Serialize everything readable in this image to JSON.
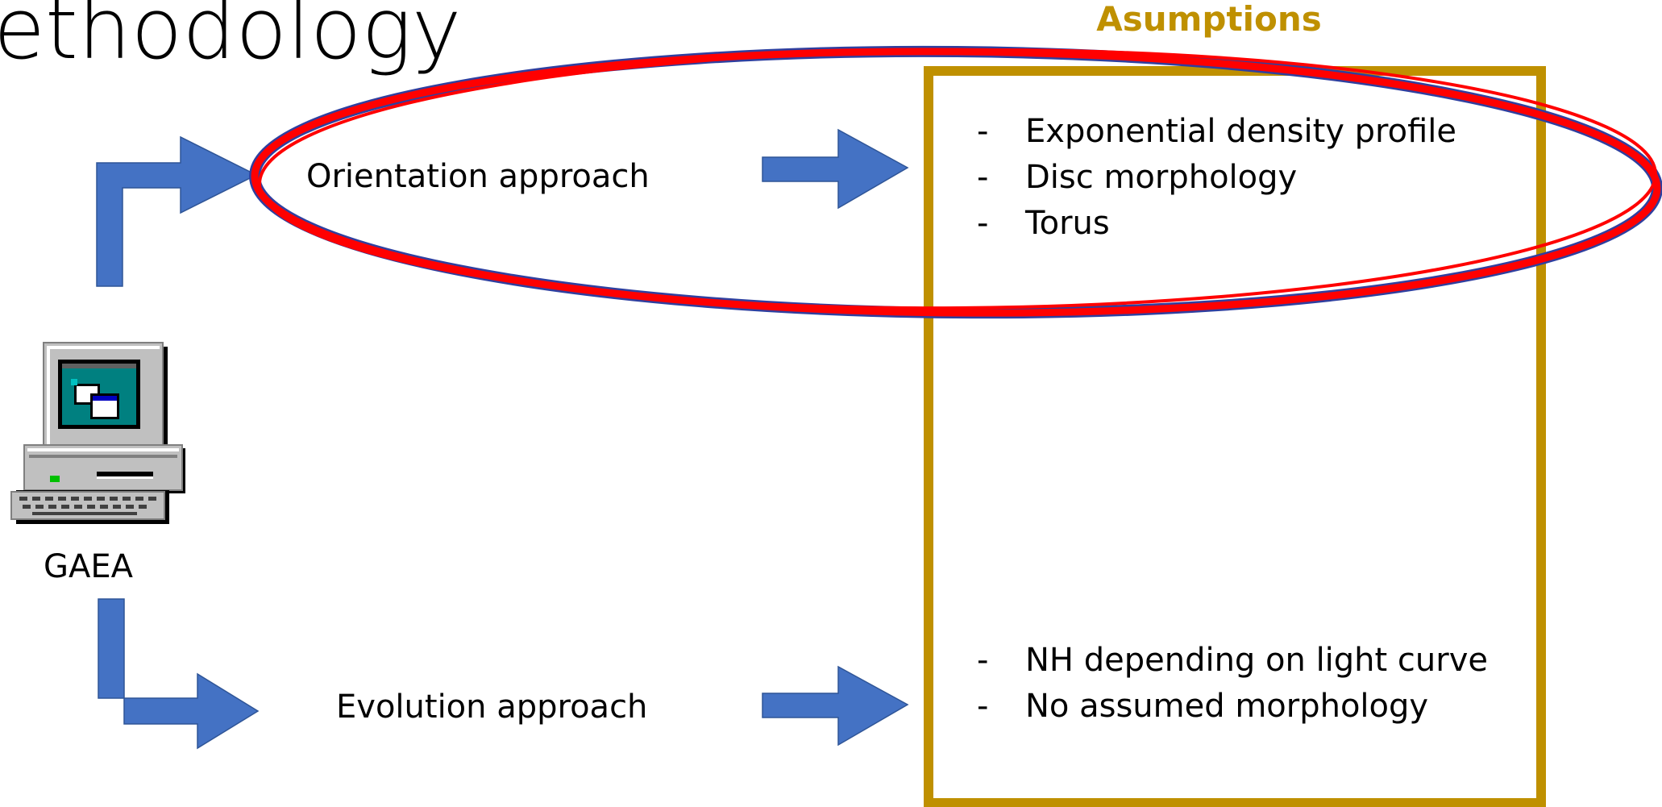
{
  "slide": {
    "title": "ethodology",
    "assumptions_heading": "Asumptions",
    "computer_label": "GAEA",
    "orientation_label": "Orientation approach",
    "evolution_label": "Evolution approach",
    "bullet_marker": "-",
    "orientation_assumptions": [
      "Exponential density profile",
      "Disc morphology",
      "Torus"
    ],
    "evolution_assumptions": [
      "NH depending on light curve",
      "No assumed morphology"
    ]
  },
  "colors": {
    "arrow_fill": "#4472C4",
    "arrow_stroke": "#2F5597",
    "box_border": "#BF9000",
    "heading_text": "#BF9000",
    "ellipse_stroke": "#FF0000",
    "ellipse_outline": "#2F3F9F"
  },
  "icons": {
    "computer": "desktop-computer-icon"
  }
}
